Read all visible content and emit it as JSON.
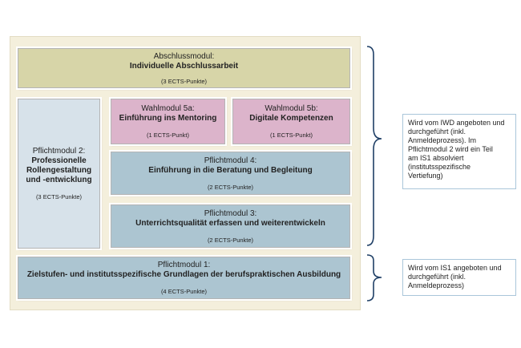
{
  "abschluss": {
    "title": "Abschlussmodul:",
    "name": "Individuelle Abschlussarbeit",
    "ects": "(3 ECTS-Punkte)"
  },
  "pflicht2": {
    "title": "Pflichtmodul 2:",
    "name_lines": [
      "Professionelle",
      "Rollengestaltung",
      "und -entwicklung"
    ],
    "ects": "(3 ECTS-Punkte)"
  },
  "wahl5a": {
    "title": "Wahlmodul 5a:",
    "name": "Einführung ins Mentoring",
    "ects": "(1 ECTS-Punkt)"
  },
  "wahl5b": {
    "title": "Wahlmodul 5b:",
    "name": "Digitale Kompetenzen",
    "ects": "(1 ECTS-Punkt)"
  },
  "pflicht4": {
    "title": "Pflichtmodul 4:",
    "name": "Einführung in die Beratung und Begleitung",
    "ects": "(2 ECTS-Punkte)"
  },
  "pflicht3": {
    "title": "Pflichtmodul 3:",
    "name": "Unterrichtsqualität erfassen und weiterentwickeln",
    "ects": "(2 ECTS-Punkte)"
  },
  "pflicht1": {
    "title": "Pflichtmodul 1:",
    "name": "Zielstufen- und institutsspezifische Grundlagen der berufspraktischen Ausbildung",
    "ects": "(4 ECTS-Punkte)"
  },
  "note_iwd": {
    "lines": [
      "Wird vom IWD angeboten und",
      "durchgeführt (inkl.",
      "Anmeldeprozess). Im",
      "Pflichtmodul 2 wird ein Teil",
      "am IS1 absolviert",
      "(institutsspezifische",
      "Vertiefung)"
    ]
  },
  "note_is1": {
    "lines": [
      "Wird vom IS1 angeboten und",
      "durchgeführt (inkl.",
      "Anmeldeprozess)"
    ]
  },
  "colors": {
    "background": "#f4efdc",
    "olive": "#d7d5a8",
    "light_blue": "#d7e2ea",
    "pink": "#dcb4cb",
    "blue": "#acc5d1",
    "bracket": "#1f3f66"
  }
}
